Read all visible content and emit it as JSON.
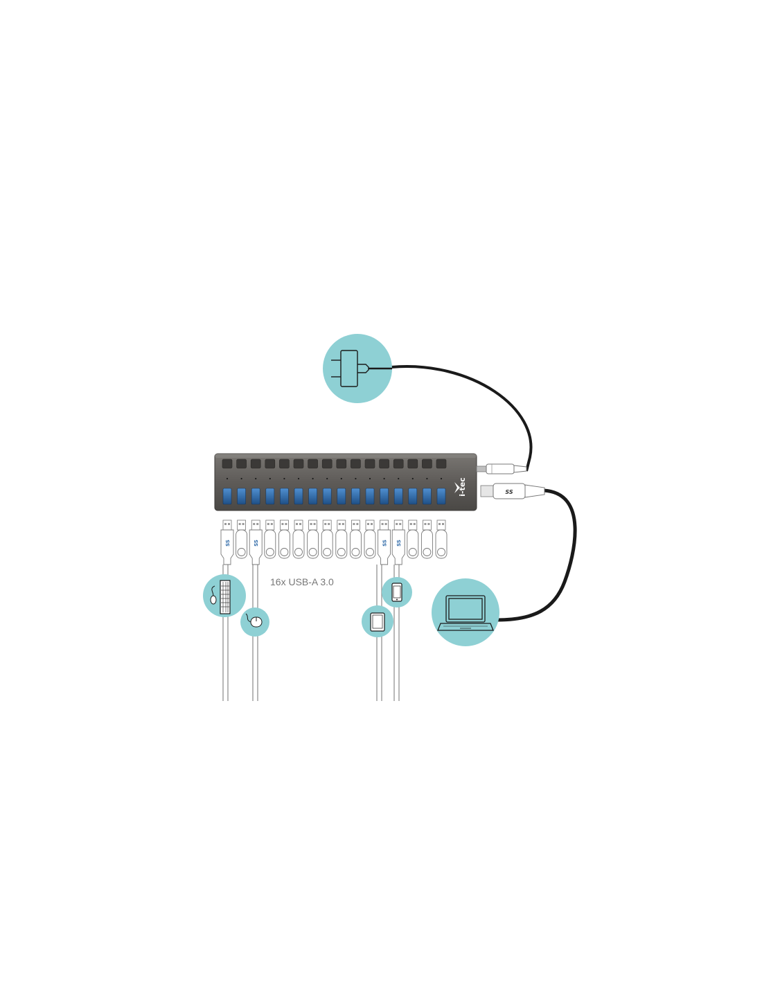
{
  "diagram": {
    "ports_label": "16x USB-A 3.0",
    "brand": "i-tec",
    "usb_logo_text": "SS",
    "port_count": 16,
    "accent_color": "#8ed0d4",
    "hub_color": "#5a5855",
    "port_color": "#2f6aa8",
    "cable_color": "#1a1a1a",
    "icons": {
      "power": "power-adapter-icon",
      "laptop": "laptop-icon",
      "keyboard": "keyboard-icon",
      "mouse": "mouse-icon",
      "tablet": "tablet-icon",
      "phone": "smartphone-icon"
    }
  }
}
